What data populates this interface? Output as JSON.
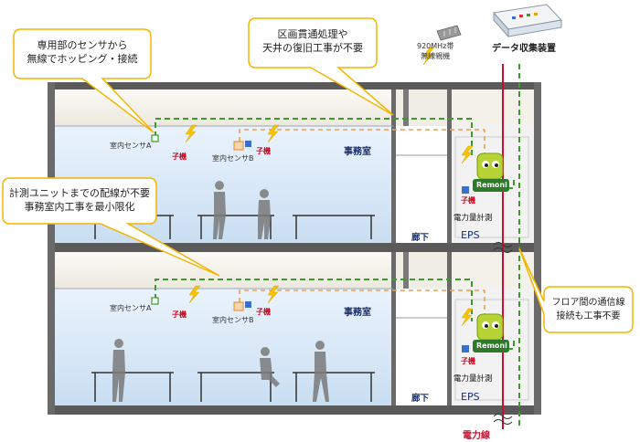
{
  "callouts": {
    "sensor_wireless": [
      "専用部のセンサから",
      "無線でホッピング・接続"
    ],
    "no_penetration": [
      "区画貫通処理や",
      "天井の復旧工事が不要"
    ],
    "wiring": [
      "計測ユニットまでの配線が不要",
      "事務室内工事を最小限化"
    ],
    "floor_comm": [
      "フロア間の通信線",
      "接続も工事不要"
    ]
  },
  "device": {
    "radio_label": [
      "920MHz帯",
      "無線親機"
    ],
    "collector_label": "データ収集装置",
    "power_line_label": "電力線"
  },
  "floors": [
    {
      "sensor_a": "室内センサA",
      "sensor_b": "室内センサB",
      "child_a": "子機",
      "child_b": "子機",
      "office": "事務室",
      "hallway": "廊下",
      "eps": "EPS",
      "meter_child": "子機",
      "meter": "電力量計測",
      "brand": "Remoni"
    },
    {
      "sensor_a": "室内センサA",
      "sensor_b": "室内センサB",
      "child_a": "子機",
      "child_b": "子機",
      "office": "事務室",
      "hallway": "廊下",
      "eps": "EPS",
      "meter_child": "子機",
      "meter": "電力量計測",
      "brand": "Remoni"
    }
  ],
  "colors": {
    "green_path": "#3a9a2a",
    "orange_path": "#f0a050",
    "power_line": "#c8102e",
    "callout_border": "#f5b400",
    "slab": "#555555",
    "office_fill": "#e6f1fb",
    "ceiling_fill": "#f6f4ef"
  }
}
